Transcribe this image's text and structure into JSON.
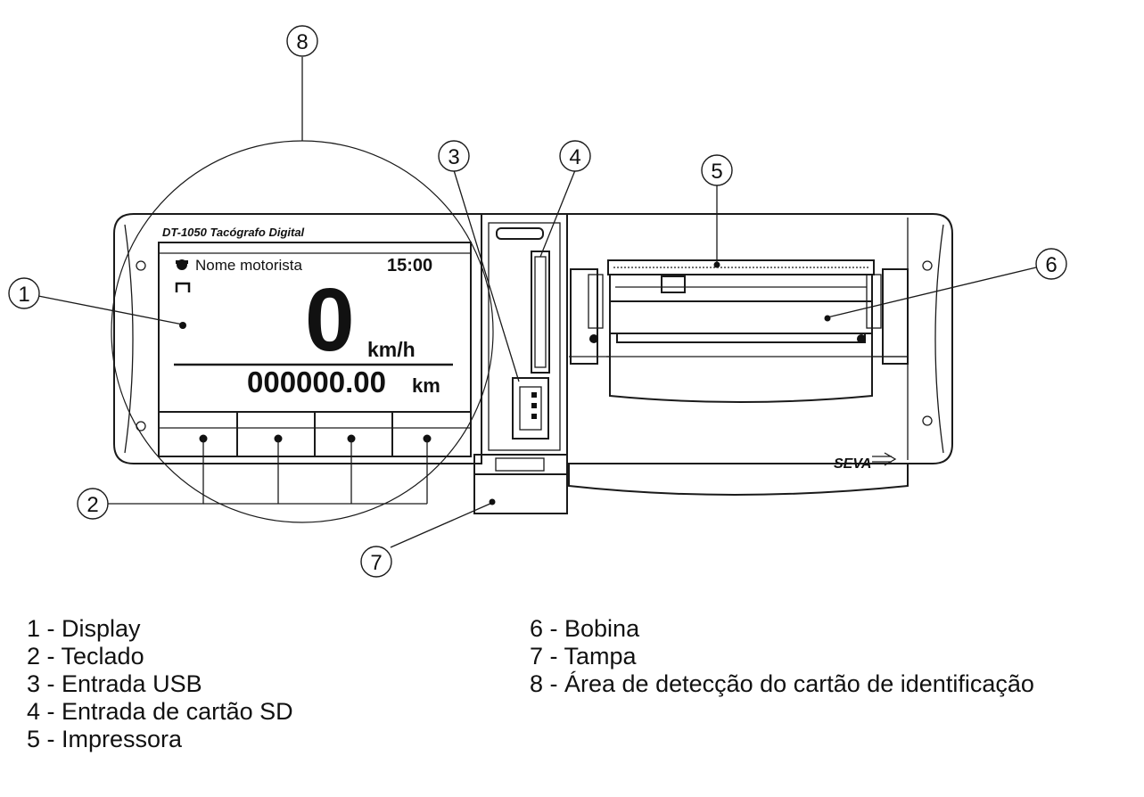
{
  "device": {
    "model_logo": "DT-1050 Tacógrafo Digital",
    "brand_logo": "SEVA"
  },
  "display": {
    "driver_name": "Nome motorista",
    "time": "15:00",
    "speed_value": "0",
    "speed_unit": "km/h",
    "odometer_value": "000000.00",
    "odometer_unit": "km"
  },
  "callouts": [
    "1",
    "2",
    "3",
    "4",
    "5",
    "6",
    "7",
    "8"
  ],
  "legend": {
    "left": [
      "1 - Display",
      "2 - Teclado",
      "3 - Entrada USB",
      "4 - Entrada de cartão SD",
      "5 - Impressora"
    ],
    "right": [
      "6 - Bobina",
      "7 - Tampa",
      "8 - Área de detecção do cartão de identificação"
    ]
  }
}
